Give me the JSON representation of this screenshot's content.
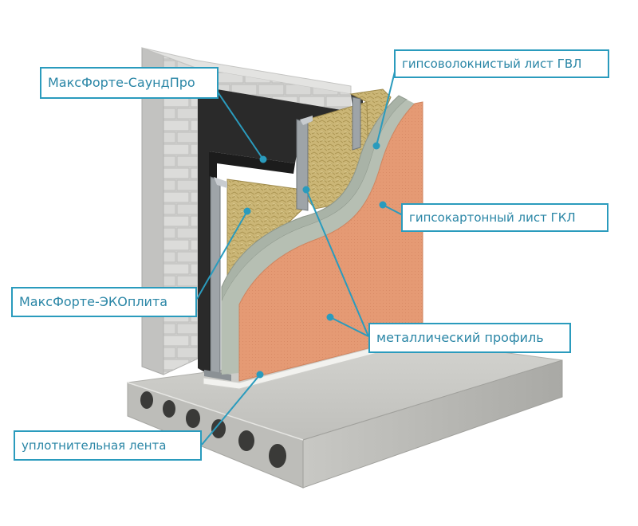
{
  "colors": {
    "accent": "#2a9bbd",
    "label_text": "#2a86a6",
    "brick": "#d6d6d4",
    "mineral_wool": "#cdb978",
    "membrane": "#2b2b2b",
    "gvl": "#a8b2a6",
    "gkl": "#e69a76",
    "slab": "#c9c9c5"
  },
  "labels": {
    "sound_pro": "МаксФорте-СаундПро",
    "gvl": "гипсоволокнистый лист ГВЛ",
    "gkl": "гипсокартонный лист ГКЛ",
    "eco_plate": "МаксФорте-ЭКОплита",
    "metal_profile": "металлический профиль",
    "sealing_tape": "уплотнительная лента"
  }
}
